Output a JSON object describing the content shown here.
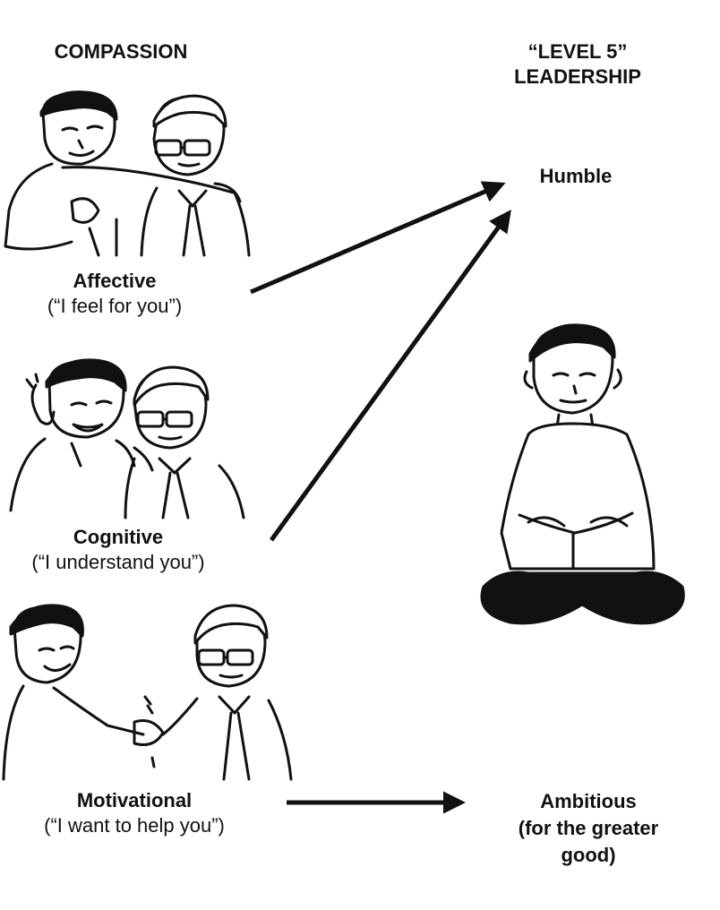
{
  "left_header": "COMPASSION",
  "right_header": [
    "“LEVEL 5”",
    "LEADERSHIP"
  ],
  "compassion_types": [
    {
      "title": "Affective",
      "subtitle": "(“I feel for you”)"
    },
    {
      "title": "Cognitive",
      "subtitle": "(“I understand you”)"
    },
    {
      "title": "Motivational",
      "subtitle": "(“I want to help you”)"
    }
  ],
  "leadership_traits": [
    {
      "lines": [
        "Humble"
      ]
    },
    {
      "lines": [
        "Ambitious",
        "(for the greater",
        "good)"
      ]
    }
  ],
  "colors": {
    "ink": "#111111",
    "background": "#ffffff"
  }
}
